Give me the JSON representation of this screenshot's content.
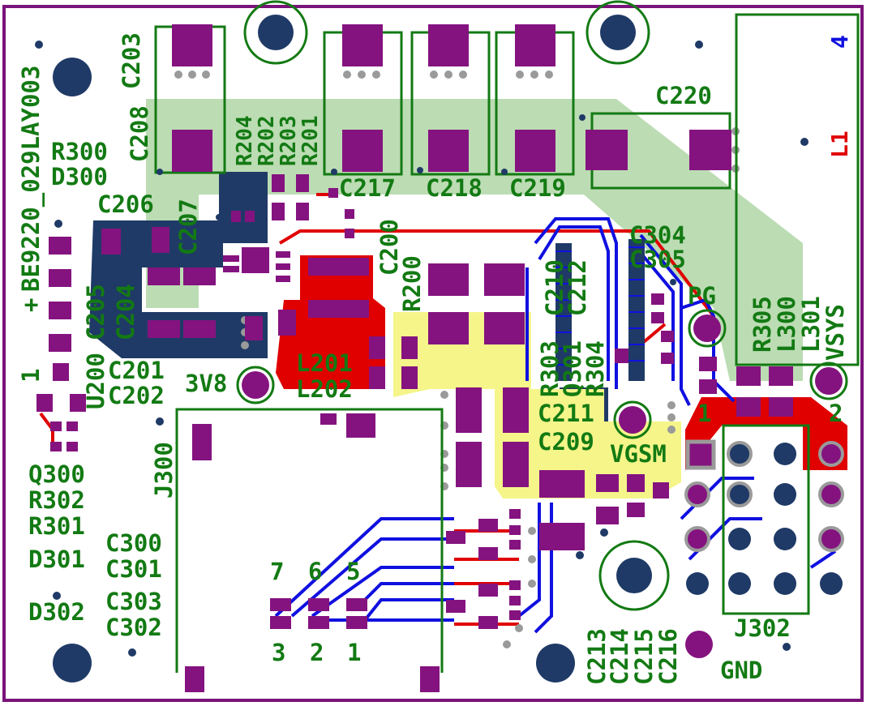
{
  "board": {
    "id_label": "BE9220_029LAY003",
    "colors": {
      "silkscreen": "#137a13",
      "pad": "#84137f",
      "top_copper": "#e00000",
      "bottom_copper": "#1010e0",
      "bottom_fill": "#1f3a66",
      "yellow_fill": "#f5f58a",
      "green_fill": "#bcdcb4",
      "outline": "#7a137a"
    }
  },
  "designators": {
    "C203": "C203",
    "C208": "C208",
    "R300": "R300",
    "D300": "D300",
    "R204": "R204",
    "R202": "R202",
    "R203": "R203",
    "R201": "R201",
    "C217": "C217",
    "C218": "C218",
    "C219": "C219",
    "C220": "C220",
    "C206": "C206",
    "C207": "C207",
    "C205": "C205",
    "C204": "C204",
    "U200": "U200",
    "C201": "C201",
    "C202": "C202",
    "V3V8": "3V8",
    "L201": "L201",
    "L202": "L202",
    "C200": "C200",
    "R200": "R200",
    "C210": "C210",
    "C212": "C212",
    "R303": "R303",
    "Q301": "Q301",
    "R304": "R304",
    "C211": "C211",
    "C209": "C209",
    "C304": "C304",
    "C305": "C305",
    "PG": "PG",
    "VGSM": "VGSM",
    "R305": "R305",
    "L300": "L300",
    "L301": "L301",
    "VSYS": "VSYS",
    "L1": "L1",
    "Q300": "Q300",
    "R302": "R302",
    "R301": "R301",
    "D301": "D301",
    "D302": "D302",
    "C300": "C300",
    "C301": "C301",
    "C303": "C303",
    "C302": "C302",
    "J300": "J300",
    "J302": "J302",
    "GND": "GND",
    "C213": "C213",
    "C214": "C214",
    "C215": "C215",
    "C216": "C216"
  },
  "pin_labels": {
    "p7": "7",
    "p6": "6",
    "p5": "5",
    "p3": "3",
    "p2": "2",
    "p1": "1",
    "j302_1": "1",
    "j302_2": "2",
    "plus": "+",
    "l1_pin1": "1",
    "l1_pin4": "4"
  }
}
